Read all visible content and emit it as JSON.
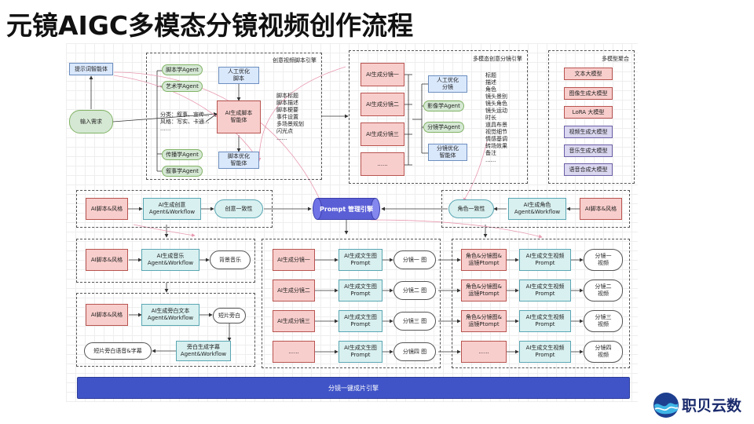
{
  "title": "元镜AIGC多模态分镜视频创作流程",
  "script_engine": {
    "label": "创意视频脚本引擎",
    "prompt_box": "提示词智能体",
    "input_box": "输入需求",
    "agent_writer": "脚本学Agent",
    "agent_art": "艺术学Agent",
    "manual_opt": "人工优化\n脚本",
    "script_agent": "AI生成脚本\n智能体",
    "category_text": "分类：叙事、宣传...\n风格：写实、卡通...\n......",
    "script_items": "脚本标题\n脚本描述\n脚本梗要\n事件设置\n多场景规划\n闪光点\n......",
    "agent_comm": "传播学Agent",
    "agent_narr": "叙事学Agent",
    "script_opt": "脚本优化\n智能体"
  },
  "storyboard_engine": {
    "label": "多模态创意分镜引擎",
    "shots": [
      "AI生成分镜一",
      "AI生成分镜二",
      "AI生成分镜三",
      "......"
    ],
    "manual_opt": "人工优化\n分镜",
    "agent_film": "影像学Agent",
    "agent_shot": "分镜学Agent",
    "shot_opt": "分镜优化\n智能体",
    "shot_items": "标题\n描述\n角色\n镜头景别\n镜头角色\n镜头运动\n时长\n道具布景\n视觉细节\n情感基调\n转场效果\n备注\n......"
  },
  "model_aggregate": {
    "label": "多模型聚合",
    "models": [
      "文本大模型",
      "图像生成大模型",
      "LoRA 大模型",
      "视频生成大模型",
      "音乐生成大模型",
      "语音合成大模型"
    ]
  },
  "consistency_row": {
    "left_script": "AI脚本&风格",
    "left_agent": "AI生成创意\nAgent&Workflow",
    "left_consist": "创意一致性",
    "prompt_cyl": "Prompt 管理引擎",
    "right_consist": "角色一致性",
    "right_agent": "AI生成角色\nAgent&Workflow",
    "right_script": "AI脚本&风格"
  },
  "music_row": {
    "script": "AI脚本&风格",
    "agent": "AI生成音乐\nAgent&Workflow",
    "out": "背景音乐"
  },
  "narration_row": {
    "script": "AI脚本&风格",
    "agent": "AI生成旁白文本\nAgent&Workflow",
    "out": "短片旁白",
    "voice_agent": "旁白生成字幕\nAgent&Workflow",
    "voice_out": "短片旁白语音&字幕"
  },
  "image_rows": [
    {
      "shot": "AI生成分镜一",
      "prompt": "AI生成文生图\nPrompt",
      "out": "分镜一 图"
    },
    {
      "shot": "AI生成分镜二",
      "prompt": "AI生成文生图\nPrompt",
      "out": "分镜二 图"
    },
    {
      "shot": "AI生成分镜三",
      "prompt": "AI生成文生图\nPrompt",
      "out": "分镜三 图"
    },
    {
      "shot": "......",
      "prompt": "AI生成文生图\nPrompt",
      "out": "分镜四 图"
    }
  ],
  "video_rows": [
    {
      "in": "角色&分镜图&\n运镜Ptompt",
      "prompt": "AI生成文生视频\nPrompt",
      "out": "分镜一\n视频"
    },
    {
      "in": "角色&分镜图&\n运镜Ptompt",
      "prompt": "AI生成文生视频\nPrompt",
      "out": "分镜二\n视频"
    },
    {
      "in": "角色&分镜图&\n运镜Ptompt",
      "prompt": "AI生成文生视频\nPrompt",
      "out": "分镜三\n视频"
    },
    {
      "in": "......",
      "prompt": "AI生成文生视频\nPrompt",
      "out": "分镜四\n视频"
    }
  ],
  "bottom_bar": "分镜一键成片引擎",
  "logo_text": "职贝云数"
}
